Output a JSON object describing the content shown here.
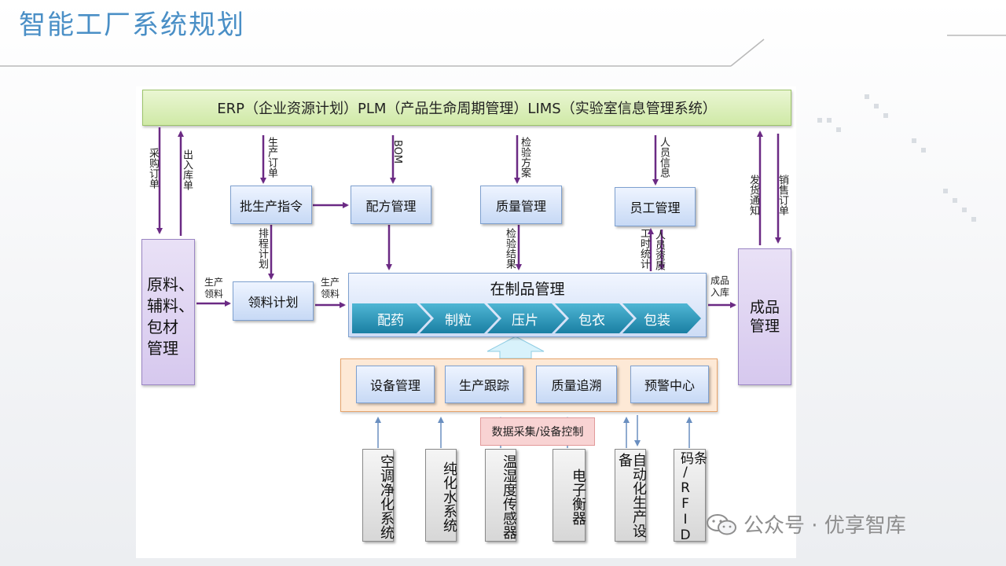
{
  "page_title": "智能工厂系统规划",
  "erp_bar": "ERP（企业资源计划）PLM（产品生命周期管理）LIMS（实验室信息管理系统）",
  "left_store": [
    "原料、",
    "辅料、",
    "包材",
    "管理"
  ],
  "right_store": [
    "成品",
    "管理"
  ],
  "modules": {
    "batch_order": "批生产指令",
    "recipe": "配方管理",
    "quality": "质量管理",
    "staff": "员工管理",
    "material_plan": "领料计划"
  },
  "wip": {
    "title": "在制品管理",
    "steps": [
      "配药",
      "制粒",
      "压片",
      "包衣",
      "包装"
    ]
  },
  "mes_modules": [
    "设备管理",
    "生产跟踪",
    "质量追溯",
    "预警中心"
  ],
  "daq_label": "数据采集/设备控制",
  "devices": [
    "空调净化系统",
    "纯化水系统",
    "温湿度传感器",
    "电子衡器",
    "自动化生产设备",
    "条码/RFID"
  ],
  "flow_labels": {
    "purchase_order": "采购订单",
    "inout_order": "出入库单",
    "production_order": "生产订单",
    "bom": "BOM",
    "inspection_plan": "检验方案",
    "staff_info": "人员信息",
    "shipping_notice": "发货通知",
    "sales_order": "销售订单",
    "schedule_plan": "排程计划",
    "inspection_result": "检验结果",
    "work_hours": "工时统计",
    "staff_qualification": "人员资质",
    "issue_material_1": "生产领料",
    "issue_material_2": "生产领料",
    "finished_in": "成品入库"
  },
  "watermark": "公众号 · 优享智库",
  "colors": {
    "title": "#4a8fc6",
    "arrow_purple": "#6b2a84",
    "step_teal": "#1e8fb0",
    "erp_green": "#cfe9a6",
    "store_purple": "#d6c8ee"
  }
}
